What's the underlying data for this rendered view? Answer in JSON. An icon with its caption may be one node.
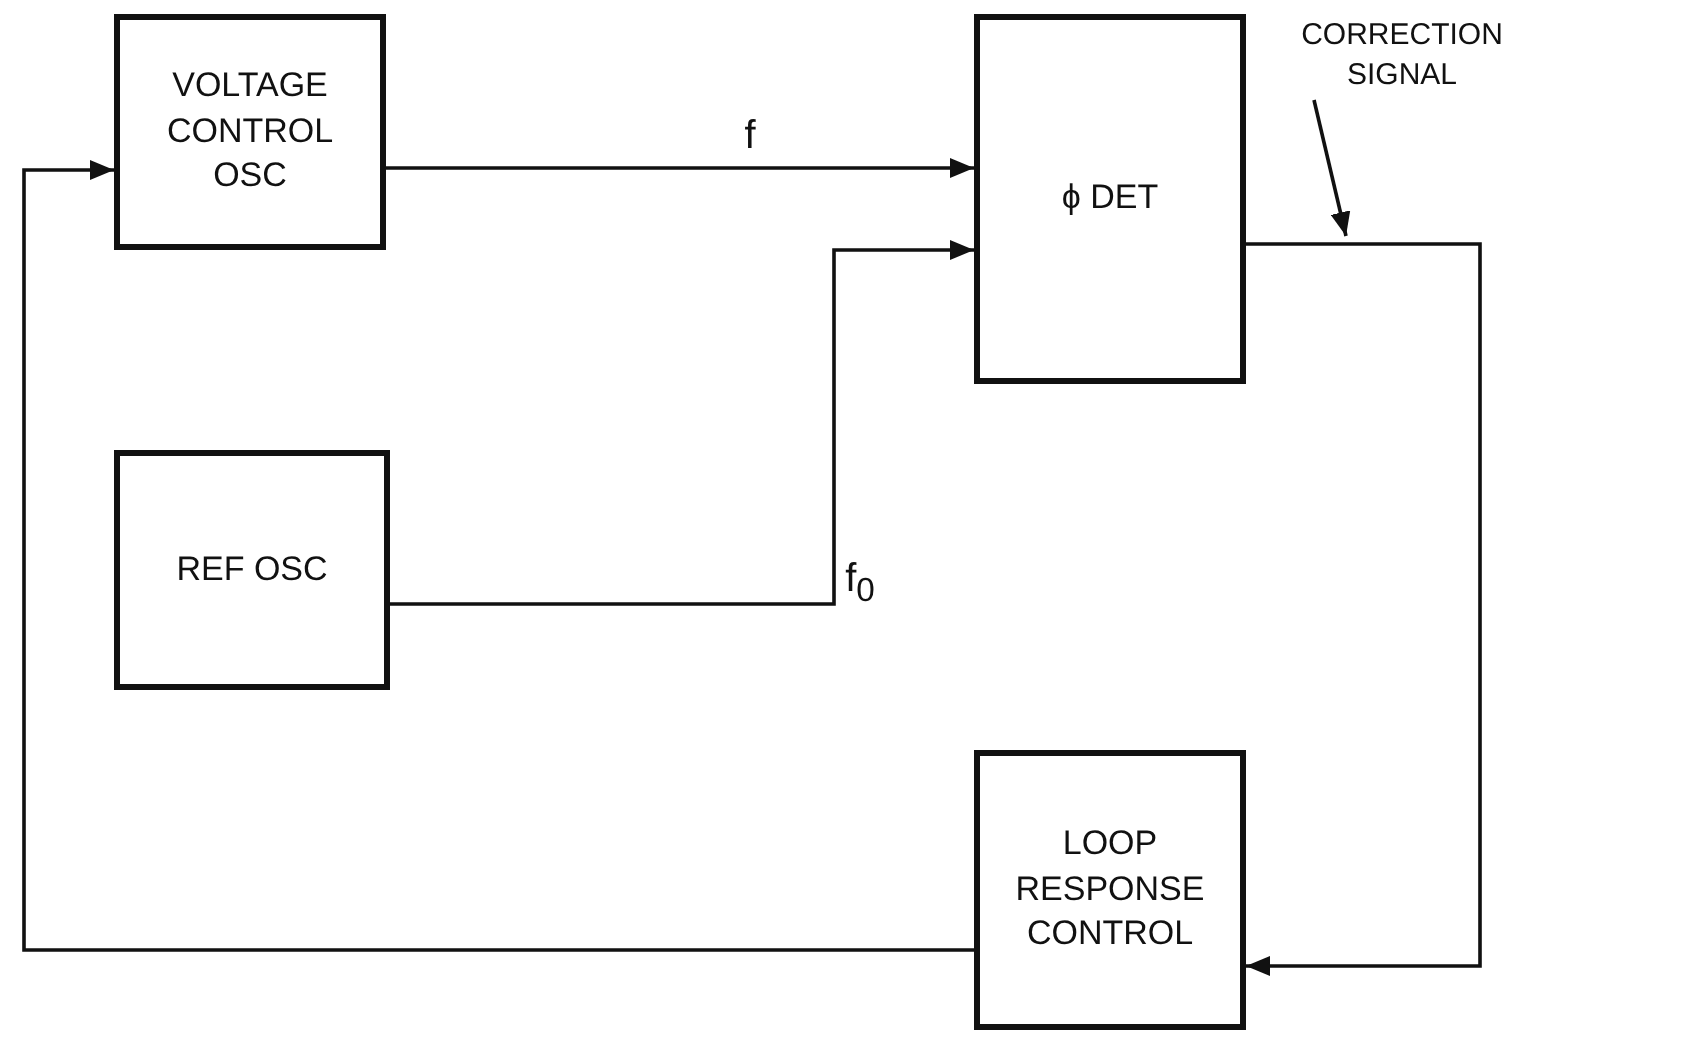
{
  "diagram": {
    "nodes": [
      {
        "text": [
          "VOLTAGE CONTROL OSC"
        ]
      },
      {
        "text": [
          "ϕ DET"
        ]
      },
      {
        "text": [
          "REF OSC"
        ]
      },
      {
        "text": [
          "LOOP RESPONSE CONTROL"
        ]
      },
      {
        "text": [
          "CORRECTION SIGNAL"
        ]
      }
    ],
    "edges": [
      {
        "from": 0,
        "to": 1,
        "arrow": "to",
        "label": "f"
      },
      {
        "from": 2,
        "to": 1,
        "arrow": "to",
        "label": "f$_{0}$"
      },
      {
        "from": 1,
        "to": 3,
        "arrow": "to"
      },
      {
        "from": 3,
        "to": 0,
        "arrow": "to"
      },
      {
        "from": 4,
        "to": null,
        "arrow": "to"
      }
    ]
  }
}
